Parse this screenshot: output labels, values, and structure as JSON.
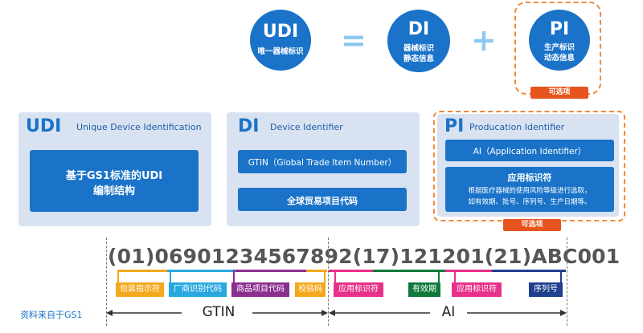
{
  "top": {
    "udi": {
      "abbr": "UDI",
      "desc": "唯一器械标识"
    },
    "equals": "=",
    "di": {
      "abbr": "DI",
      "desc_line1": "器械标识",
      "desc_line2": "静态信息"
    },
    "plus": "+",
    "pi": {
      "abbr": "PI",
      "desc_line1": "生产标识",
      "desc_line2": "动态信息"
    },
    "optional_label": "可选项"
  },
  "panels": {
    "udi": {
      "abbr": "UDI",
      "title": "Unique Device Identification",
      "box_line1": "基于GS1标准的UDI",
      "box_line2": "编制结构"
    },
    "di": {
      "abbr": "DI",
      "title": "Device Identifier",
      "box1": "GTIN（Global Trade Item Number）",
      "box2": "全球贸易项目代码"
    },
    "pi": {
      "abbr": "PI",
      "title": "Producation Identifier",
      "box1": "AI（Application Identifier）",
      "box2_title": "应用标识符",
      "box2_line1": "根据医疗器械的使用风险等级进行选取，",
      "box2_line2": "如有效期、批号、序列号、生产日期等。",
      "optional_label": "可选项"
    }
  },
  "code": "(01)06901234567892(17)121201(21)ABC001",
  "segments": [
    {
      "label": "包装指示符",
      "color": "#f5a81c"
    },
    {
      "label": "厂商识别代码",
      "color": "#29a8e0"
    },
    {
      "label": "商品项目代码",
      "color": "#8b2f8f"
    },
    {
      "label": "校验码",
      "color": "#f5a81c"
    },
    {
      "label": "应用标识符",
      "color": "#e8308a"
    },
    {
      "label": "有效期",
      "color": "#0e7a3c"
    },
    {
      "label": "应用标识符",
      "color": "#e8308a"
    },
    {
      "label": "序列号",
      "color": "#1f3f8f"
    }
  ],
  "source": "资料来自于GS1",
  "gtin_label": "GTIN",
  "ai_label": "AI"
}
